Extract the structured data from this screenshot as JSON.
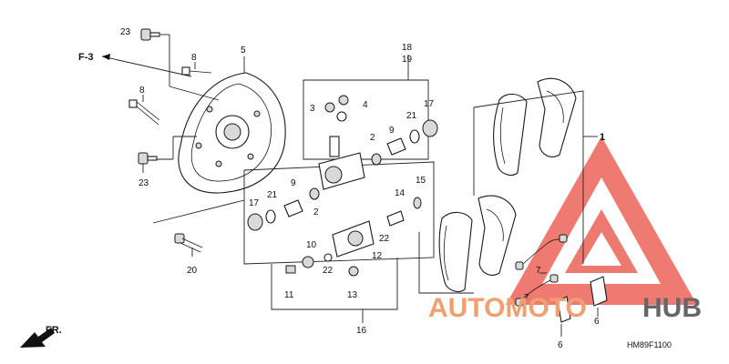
{
  "diagram": {
    "direction_ref": "F-3",
    "front_label": "FR.",
    "drawing_code": "HM89F1100",
    "callouts": [
      "23",
      "8",
      "5",
      "8",
      "23",
      "20",
      "18",
      "19",
      "3",
      "4",
      "2",
      "9",
      "21",
      "17",
      "17",
      "21",
      "9",
      "2",
      "14",
      "15",
      "10",
      "12",
      "22",
      "22",
      "11",
      "13",
      "16",
      "1",
      "7",
      "7",
      "6",
      "6"
    ]
  },
  "watermark": {
    "text_a": "AUTOMOTO",
    "text_b": "HUB",
    "color_a": "#f0a070",
    "color_b": "#666666",
    "triangle_color": "#e8483c"
  }
}
